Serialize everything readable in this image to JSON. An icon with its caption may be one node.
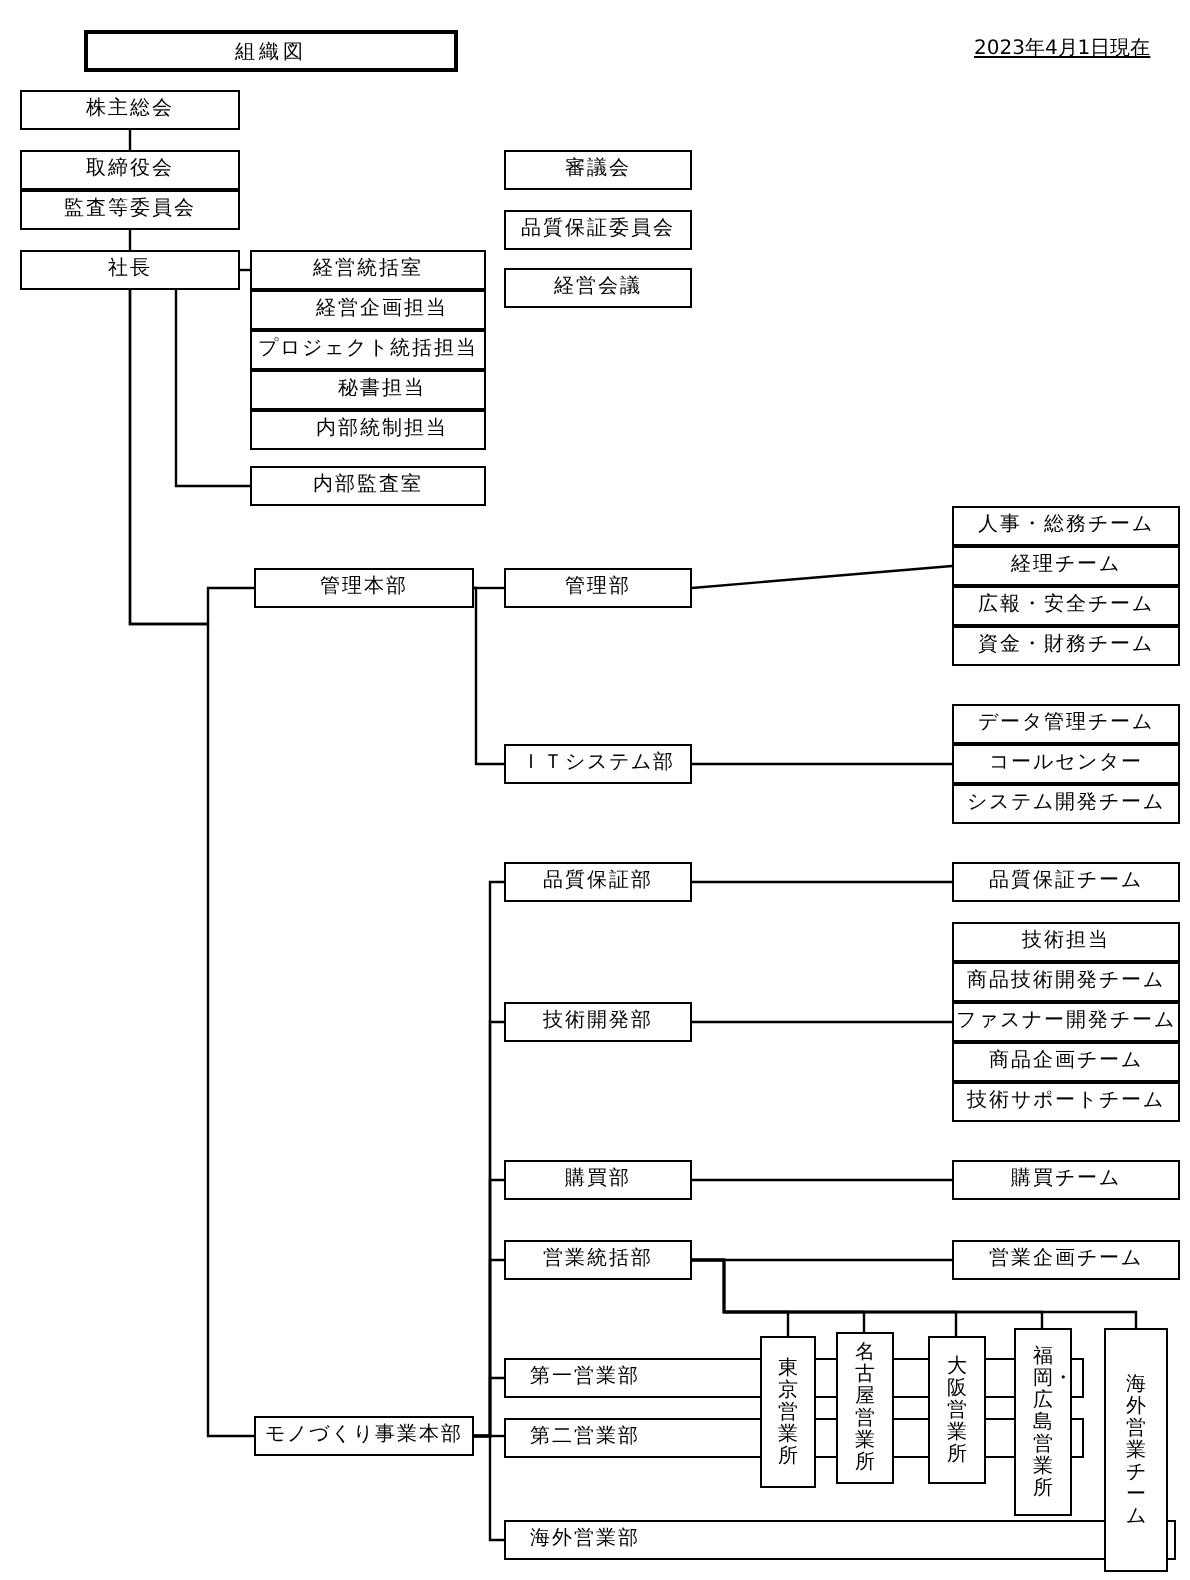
{
  "diagram": {
    "title": "組織図",
    "nodes": [
      {
        "text": [
          "株主総会"
        ]
      },
      {
        "text": [
          "取締役会"
        ]
      },
      {
        "text": [
          "監査等委員会"
        ]
      },
      {
        "text": [
          "社長"
        ]
      },
      {
        "text": [
          "経営統括室"
        ]
      },
      {
        "text": [
          "経営企画担当"
        ]
      },
      {
        "text": [
          "プロジェクト統括担当"
        ]
      },
      {
        "text": [
          "秘書担当"
        ]
      },
      {
        "text": [
          "内部統制担当"
        ]
      },
      {
        "text": [
          "内部監査室"
        ]
      },
      {
        "text": [
          "審議会"
        ]
      },
      {
        "text": [
          "品質保証委員会"
        ]
      },
      {
        "text": [
          "経営会議"
        ]
      },
      {
        "text": [
          "管理本部"
        ]
      },
      {
        "text": [
          "管理部"
        ]
      },
      {
        "text": [
          "人事・総務チーム"
        ]
      },
      {
        "text": [
          "経理チーム"
        ]
      },
      {
        "text": [
          "広報・安全チーム"
        ]
      },
      {
        "text": [
          "資金・財務チーム"
        ]
      },
      {
        "text": [
          "ＩＴシステム部"
        ]
      },
      {
        "text": [
          "データ管理チーム"
        ]
      },
      {
        "text": [
          "コールセンター"
        ]
      },
      {
        "text": [
          "システム開発チーム"
        ]
      },
      {
        "text": [
          "品質保証部"
        ]
      },
      {
        "text": [
          "品質保証チーム"
        ]
      },
      {
        "text": [
          "技術開発部"
        ]
      },
      {
        "text": [
          "技術担当"
        ]
      },
      {
        "text": [
          "商品技術開発チーム"
        ]
      },
      {
        "text": [
          "ファスナー開発チーム"
        ]
      },
      {
        "text": [
          "商品企画チーム"
        ]
      },
      {
        "text": [
          "技術サポートチーム"
        ]
      },
      {
        "text": [
          "購買部"
        ]
      },
      {
        "text": [
          "購買チーム"
        ]
      },
      {
        "text": [
          "営業統括部"
        ]
      },
      {
        "text": [
          "営業企画チーム"
        ]
      },
      {
        "text": [
          "第一営業部"
        ]
      },
      {
        "text": [
          "第二営業部"
        ]
      },
      {
        "text": [
          "東京営業所"
        ]
      },
      {
        "text": [
          "名古屋営業所"
        ]
      },
      {
        "text": [
          "大阪営業所"
        ]
      },
      {
        "text": [
          "福岡・広島営業所"
        ]
      },
      {
        "text": [
          "海外営業チーム"
        ]
      },
      {
        "text": [
          "海外営業部"
        ]
      },
      {
        "text": [
          "モノづくり事業本部"
        ]
      }
    ],
    "edges": [
      {
        "from": 0,
        "to": 1,
        "arrow": "none"
      },
      {
        "from": 2,
        "to": 3,
        "arrow": "none"
      },
      {
        "from": 3,
        "to": 4,
        "arrow": "none"
      },
      {
        "from": 3,
        "to": 9,
        "arrow": "none"
      },
      {
        "from": 3,
        "to": 13,
        "arrow": "none"
      },
      {
        "from": 3,
        "to": 43,
        "arrow": "none"
      },
      {
        "from": 13,
        "to": 14,
        "arrow": "none"
      },
      {
        "from": 13,
        "to": 19,
        "arrow": "none"
      },
      {
        "from": 14,
        "to": 16,
        "arrow": "none"
      },
      {
        "from": 19,
        "to": 21,
        "arrow": "none"
      },
      {
        "from": 43,
        "to": 23,
        "arrow": "none"
      },
      {
        "from": 43,
        "to": 25,
        "arrow": "none"
      },
      {
        "from": 43,
        "to": 31,
        "arrow": "none"
      },
      {
        "from": 43,
        "to": 33,
        "arrow": "none"
      },
      {
        "from": 43,
        "to": 35,
        "arrow": "none"
      },
      {
        "from": 43,
        "to": 36,
        "arrow": "none"
      },
      {
        "from": 43,
        "to": 42,
        "arrow": "none"
      },
      {
        "from": 23,
        "to": 24,
        "arrow": "none"
      },
      {
        "from": 25,
        "to": 28,
        "arrow": "none"
      },
      {
        "from": 31,
        "to": 32,
        "arrow": "none"
      },
      {
        "from": 33,
        "to": 34,
        "arrow": "none"
      },
      {
        "from": 33,
        "to": 37,
        "arrow": "none"
      },
      {
        "from": 33,
        "to": 38,
        "arrow": "none"
      },
      {
        "from": 33,
        "to": 39,
        "arrow": "none"
      },
      {
        "from": 33,
        "to": 40,
        "arrow": "none"
      },
      {
        "from": 33,
        "to": 41,
        "arrow": "none"
      }
    ],
    "labels": [
      "2023年4月1日現在"
    ]
  }
}
